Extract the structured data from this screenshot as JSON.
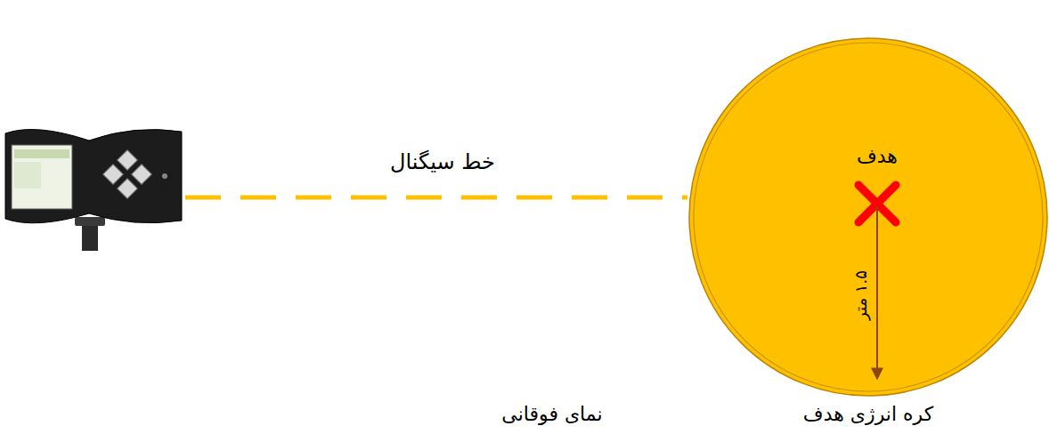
{
  "diagram": {
    "nodes": [
      {
        "text": [
          "هدف",
          "کره انرژی هدف"
        ]
      }
    ],
    "labels": [
      "خط سیگنال",
      "۱.۵ متر",
      "نمای فوقانی"
    ]
  }
}
